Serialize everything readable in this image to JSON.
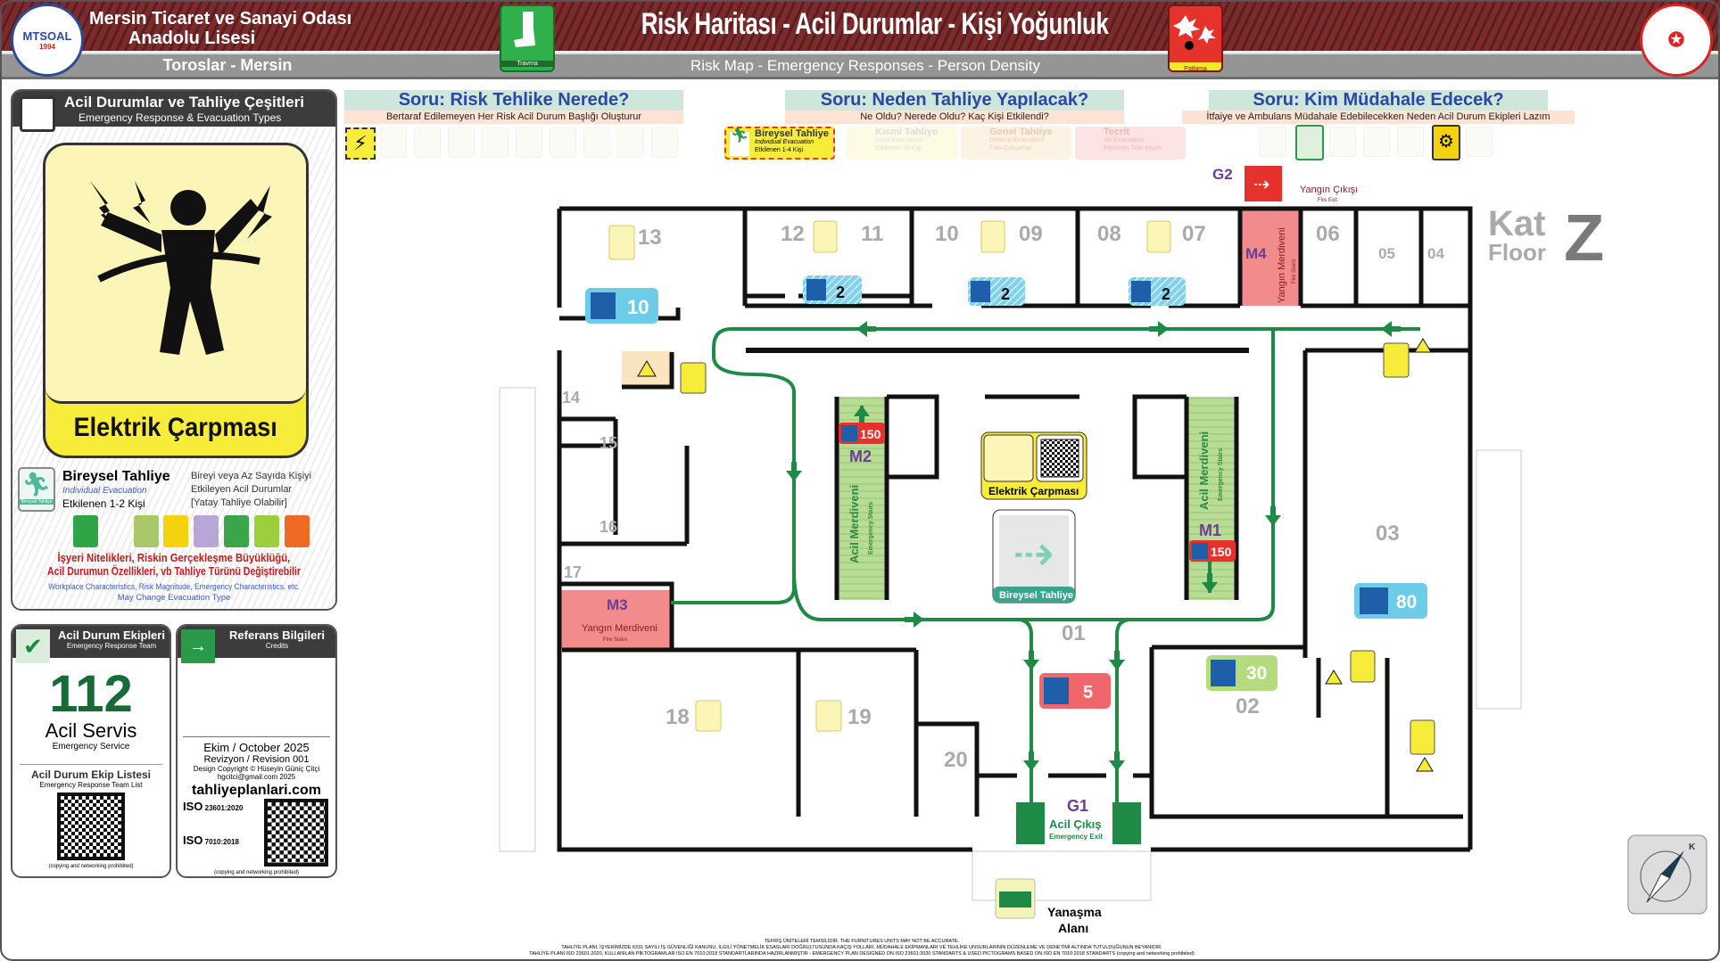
{
  "header": {
    "school_line1": "Mersin Ticaret ve Sanayi Odası",
    "school_line2": "Anadolu Lisesi",
    "location": "Toroslar - Mersin",
    "logo_text": "MTSOAL",
    "logo_year": "1994",
    "title": "Risk Haritası - Acil Durumlar - Kişi Yoğunluk",
    "subtitle": "Risk Map - Emergency Responses - Person Density",
    "left_badge_label": "Travma",
    "right_badge_label": "Patlama"
  },
  "left_panel": {
    "title": "Acil Durumlar ve Tahliye Çeşitleri",
    "subtitle": "Emergency Response & Evacuation Types",
    "main_sign": "Elektrik Çarpması",
    "evac_type": "Bireysel Tahliye",
    "evac_type_en": "Individual Evacuation",
    "evac_affected": "Etkilenen 1-2 Kişi",
    "evac_desc1": "Bireyi veya Az Sayıda Kişiyi",
    "evac_desc2": "Etkileyen Acil Durumlar",
    "evac_desc3": "[Yatay Tahliye Olabilir]",
    "evac_icon_label": "Bireysel Tahliye",
    "note_tr1": "İşyeri Nitelikleri, Riskin Gerçekleşme Büyüklüğü,",
    "note_tr2": "Acil Durumun Özellikleri, vb Tahliye Türünü Değiştirebilir",
    "note_en1": "Workplace Characteristics, Risk Magnitude, Emergency Characteristics, etc.",
    "note_en2": "May Change Evacuation Type"
  },
  "team_card": {
    "title": "Acil Durum Ekipleri",
    "subtitle": "Emergency Response Team",
    "number": "112",
    "service": "Acil Servis",
    "service_en": "Emergency Service",
    "list_title": "Acil Durum Ekip Listesi",
    "list_subtitle": "Emergency Response Team List",
    "notice": "(copying and networking prohibited)"
  },
  "credits_card": {
    "title": "Referans Bilgileri",
    "subtitle": "Credits",
    "date": "Ekim / October 2025",
    "revision": "Revizyon / Revision 001",
    "copyright": "Design Copyright © Hüseyin Güniç Çitçi",
    "email": "hgcitci@gmail.com 2025",
    "website": "tahliyeplanlari.com",
    "iso1": "23601:2020",
    "iso2": "7010:2018",
    "iso_label": "ISO",
    "notice": "(copying and networking prohibited)"
  },
  "questions": [
    {
      "title": "Soru: Risk Tehlike Nerede?",
      "subtitle": "Bertaraf Edilemeyen Her Risk Acil Durum Başlığı Oluşturur"
    },
    {
      "title": "Soru: Neden Tahliye Yapılacak?",
      "subtitle": "Ne Oldu? Nerede Oldu? Kaç Kişi Etkilendi?"
    },
    {
      "title": "Soru: Kim Müdahale Edecek?",
      "subtitle": "İtfaiye ve Ambulans Müdahale Edebilecekken Neden Acil Durum Ekipleri Lazım"
    }
  ],
  "evac_types": [
    {
      "title": "Bireysel Tahliye",
      "en": "Individual Evacuation",
      "count": "Etkilenen 1-4 Kişi",
      "active": true
    },
    {
      "title": "Kısmi Tahliye",
      "en": "Local Evacuation",
      "count": "Etkilenen >5 Kişi",
      "active": false
    },
    {
      "title": "Genel Tahliye",
      "en": "General Evacuation",
      "count": "Tüm Çalışanlar",
      "active": false
    },
    {
      "title": "Tecrit",
      "en": "No Evacuation",
      "count": "Etkilenen Tüm Kişiler",
      "active": false
    }
  ],
  "floor": {
    "kat": "Kat",
    "floor": "Floor",
    "level": "Z"
  },
  "rooms": [
    "13",
    "12",
    "11",
    "10",
    "09",
    "08",
    "07",
    "06",
    "05",
    "04",
    "14",
    "15",
    "16",
    "17",
    "18",
    "19",
    "20",
    "01",
    "02",
    "03"
  ],
  "capacities": {
    "r13": "10",
    "r12": "2",
    "r10": "2",
    "r08": "2",
    "m2": "150",
    "m1": "150",
    "lobby": "5",
    "cafe": "30",
    "hall": "80"
  },
  "stairs": {
    "m1": "M1",
    "m2": "M2",
    "m3": "M3",
    "m4": "M4",
    "emergency_tr": "Acil Merdiveni",
    "emergency_en": "Emergency Stairs",
    "fire_tr": "Yangın Merdiveni",
    "fire_en": "Fire Stairs"
  },
  "exits": {
    "g1": "G1",
    "g2": "G2",
    "g1_tr": "Acil Çıkış",
    "g1_en": "Emergency Exit",
    "g2_tr": "Yangın Çıkışı",
    "g2_en": "Fire Exit",
    "assembly1": "Yanaşma",
    "assembly2": "Alanı"
  },
  "center_sign": {
    "hazard": "Elektrik Çarpması",
    "evac": "Bireysel Tahliye"
  },
  "compass_label": "K",
  "footer": {
    "line1": "TEFRİŞ ÜNİTELERİ TEMSİLİDİR. THE FURNITURES UNITS MAY NOT BE ACCURATE.",
    "line2": "TAHLİYE PLANI, İŞYERİMİZDE 6331 SAYILI İŞ GÜVENLİĞİ KANUNU, İLGİLİ YÖNETMELİK ESASLARI DOĞRULTUSUNDA KAÇIŞ YOLLARI, MÜDAHALE EKİPMANLARI VE TEHLİKE UNSURLARININ DÜZENLEME VE DENETİMİ ALTINDA TUTULDUĞUNUN BEYANIDIR.",
    "line3": "TAHLİYE PLANI ISO 23601:2020, KULLANILAN PİKTOGRAMLAR ISO EN 7010:2018 STANDARTLARINDA HAZIRLANMIŞTIR - EMERGENCY PLAN DESIGNED ON ISO 23601:2020 STANDARTS & USED PICTOGRAMS BASED ON ISO EN 7010:2018 STANDARTS (copying and networking prohibited)"
  },
  "colors": {
    "header": "#7b2b2b",
    "route": "#1e8a45",
    "fire_stairs": "#f28b8b",
    "emergency_stairs": "#b7dc94",
    "hazard_yellow": "#f7ec3a",
    "sign_blue": "#1f5ea8",
    "capacity_cyan": "#6dcce8"
  }
}
